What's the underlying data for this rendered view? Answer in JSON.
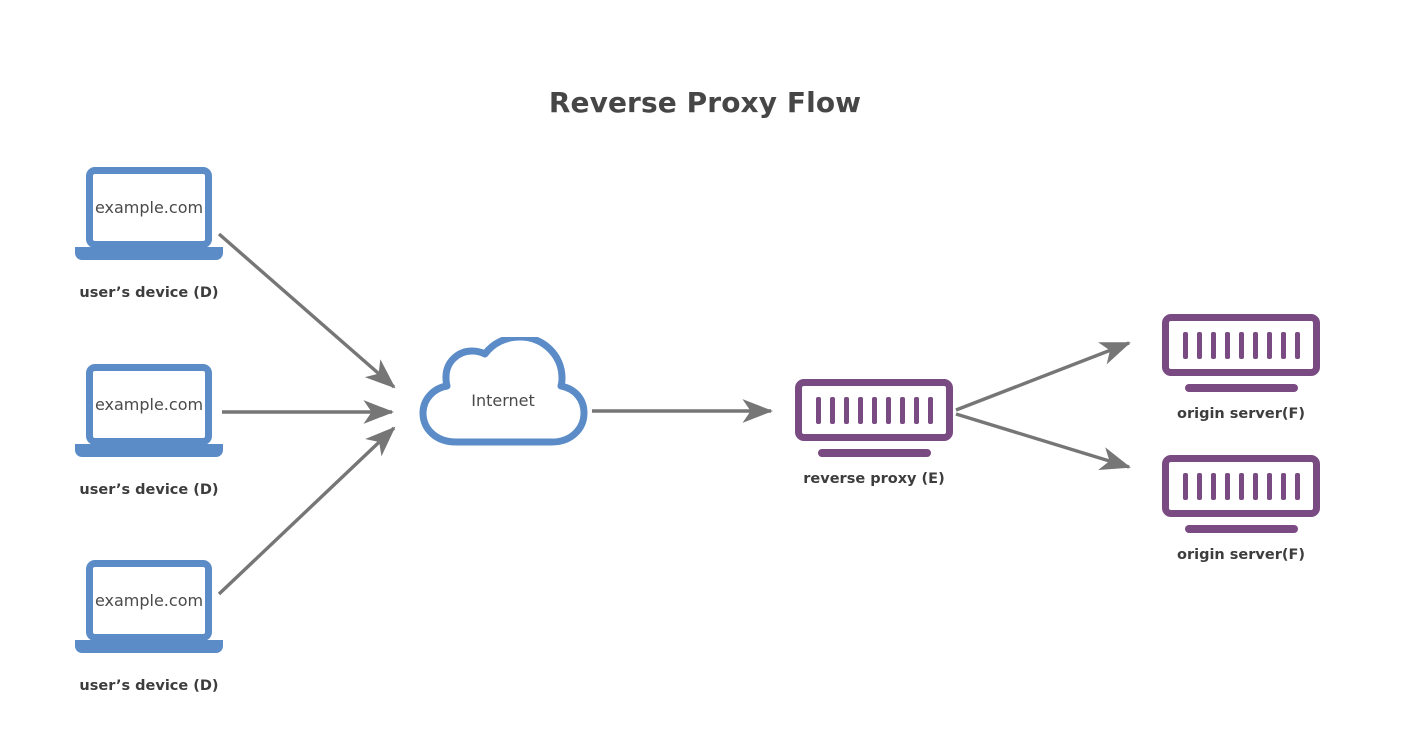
{
  "title": "Reverse Proxy Flow",
  "theme": {
    "background": "#ffffff",
    "title_color": "#464646",
    "device_color": "#5b8cc8",
    "server_color": "#7a4a82",
    "arrow_color": "#767676",
    "label_color": "#3d3d3d",
    "screen_text_color": "#4a4a4a"
  },
  "clients": [
    {
      "screen_text": "example.com",
      "label": "user’s device (D)"
    },
    {
      "screen_text": "example.com",
      "label": "user’s device (D)"
    },
    {
      "screen_text": "example.com",
      "label": "user’s device (D)"
    }
  ],
  "internet": {
    "label": "Internet",
    "icon": "cloud-icon"
  },
  "proxy": {
    "label": "reverse proxy (E)",
    "icon": "server-icon",
    "bar_count": 9
  },
  "origins": [
    {
      "label": "origin server(F)",
      "icon": "server-icon",
      "bar_count": 9
    },
    {
      "label": "origin server(F)",
      "icon": "server-icon",
      "bar_count": 9
    }
  ],
  "flow": {
    "client_to_internet_count": 3,
    "internet_to_proxy_count": 1,
    "proxy_to_origin_count": 2
  }
}
